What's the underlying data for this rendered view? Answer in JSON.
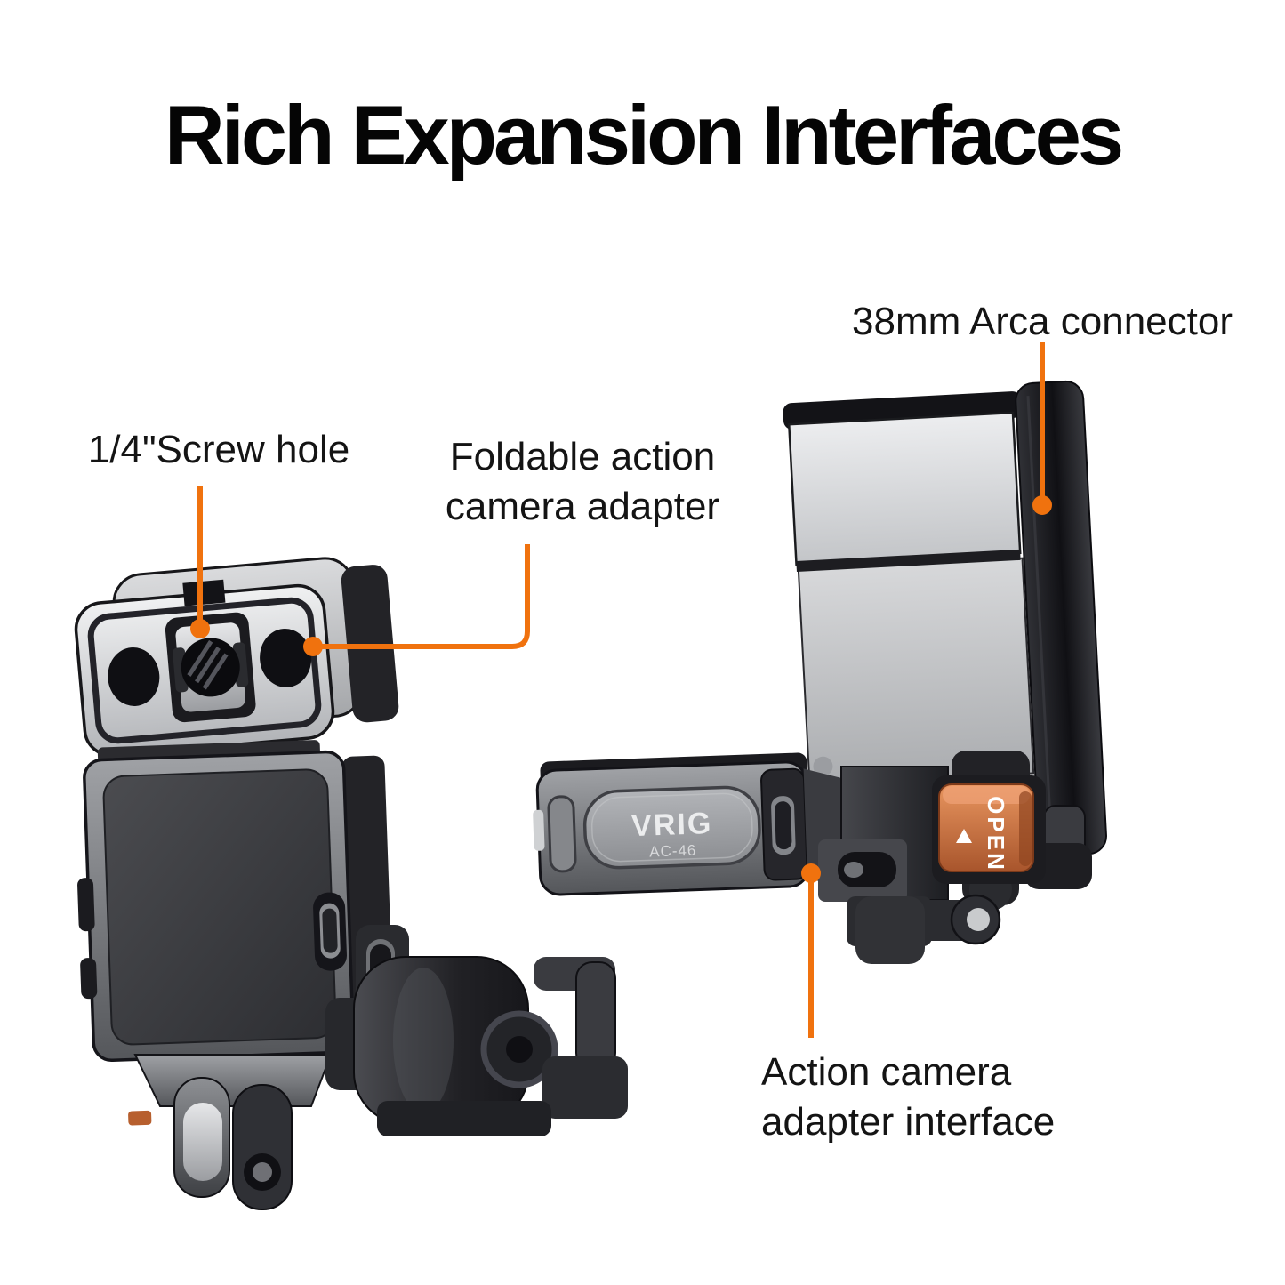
{
  "title": {
    "text": "Rich Expansion Interfaces"
  },
  "colors": {
    "background": "#ffffff",
    "accent_orange": "#F0720E",
    "title_text": "#050505",
    "label_text": "#141414",
    "open_button_copper": "#C4663B",
    "product_dark": "#1B1B1F",
    "product_steel": "#C9CBCE"
  },
  "callouts": {
    "arca_connector": {
      "label": "38mm Arca connector"
    },
    "screw_hole": {
      "label": "1/4\"Screw hole"
    },
    "foldable_adapter": {
      "line1": "Foldable action",
      "line2": "camera adapter"
    },
    "adapter_interface": {
      "line1": "Action camera",
      "line2": "adapter interface"
    }
  },
  "product": {
    "brand": "VRIG",
    "model": "AC-46",
    "open_button_label": "OPEN"
  }
}
